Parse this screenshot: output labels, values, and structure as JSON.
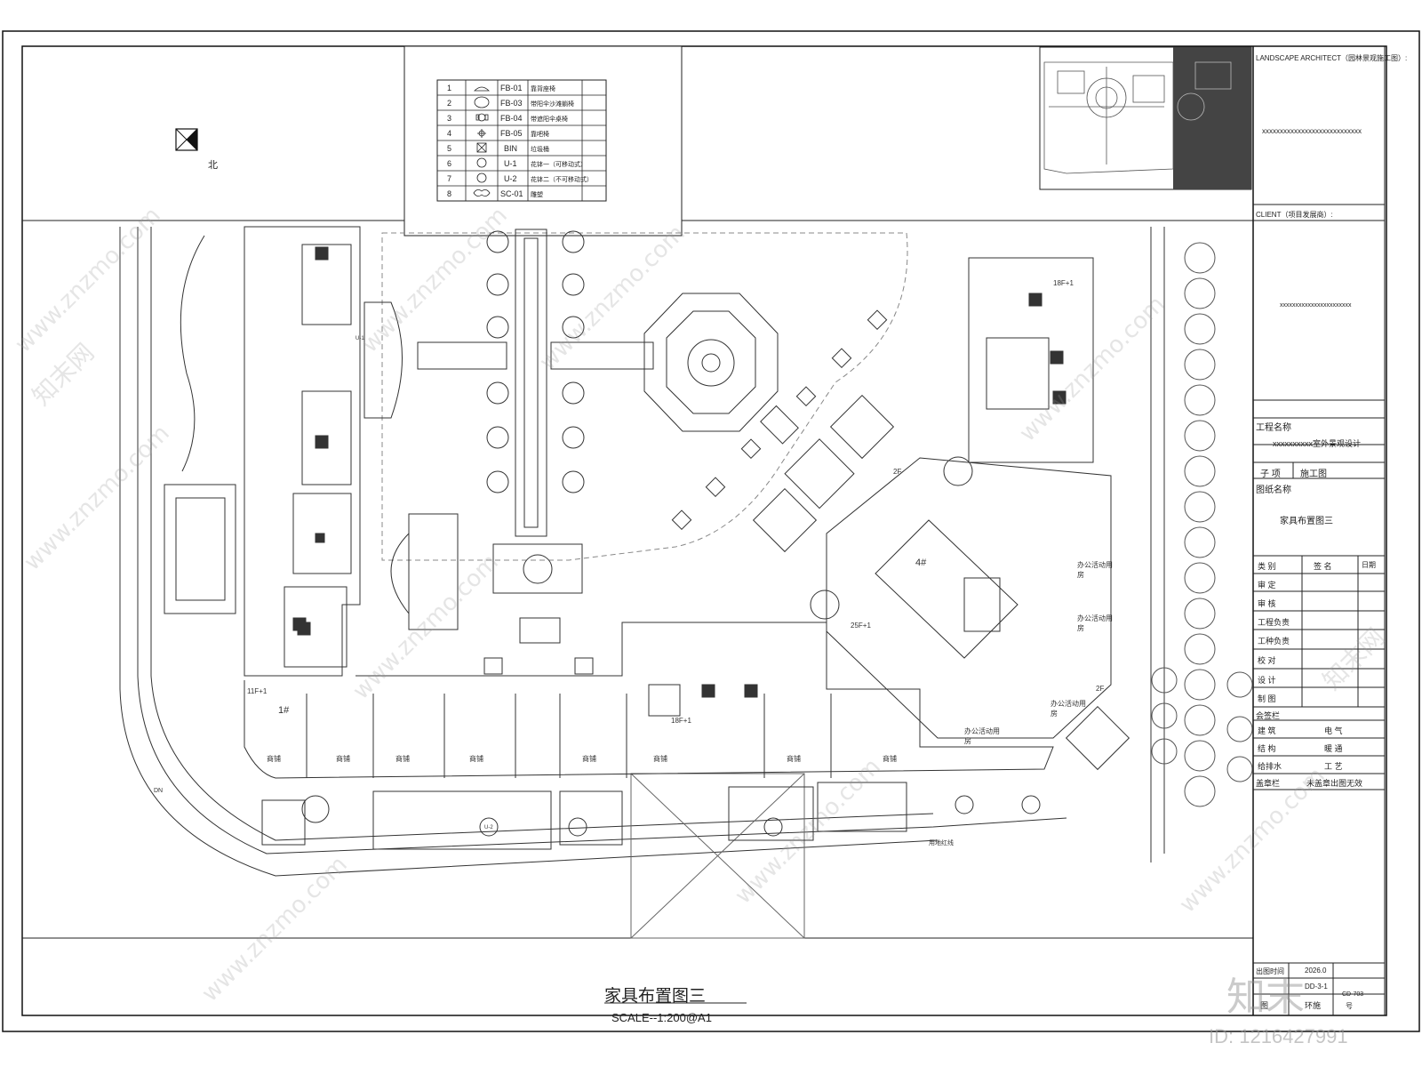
{
  "legend": {
    "rows": [
      {
        "no": "1",
        "code": "FB-01",
        "name": "靠背座椅"
      },
      {
        "no": "2",
        "code": "FB-03",
        "name": "带阳伞沙滩躺椅"
      },
      {
        "no": "3",
        "code": "FB-04",
        "name": "带遮阳伞桌椅"
      },
      {
        "no": "4",
        "code": "FB-05",
        "name": "靠吧椅"
      },
      {
        "no": "5",
        "code": "BIN",
        "name": "垃圾桶"
      },
      {
        "no": "6",
        "code": "U-1",
        "name": "花钵一（可移动式）"
      },
      {
        "no": "7",
        "code": "U-2",
        "name": "花钵二（不可移动式）"
      },
      {
        "no": "8",
        "code": "SC-01",
        "name": "雕塑"
      }
    ]
  },
  "north_label": "北",
  "drawing": {
    "title": "家具布置图三",
    "scale": "SCALE--1:200@A1",
    "building_labels": [
      "1#",
      "4#",
      "11F+1",
      "18F+1",
      "18F+1",
      "25F+1",
      "2F",
      "2F"
    ],
    "shop_label": "商铺",
    "office_label": "办公活动用房",
    "redline_label": "用地红线",
    "u_labels": [
      "U-1",
      "U-2",
      "DN"
    ]
  },
  "titleblock": {
    "architect_label": "LANDSCAPE ARCHITECT（园林景观施工图）:",
    "architect_value": "xxxxxxxxxxxxxxxxxxxxxxxxxxxx",
    "client_label": "CLIENT（项目发展商）:",
    "client_value": "xxxxxxxxxxxxxxxxxxxxxxx",
    "project_label": "工程名称",
    "project_value": "xxxxxxxxxx室外景观设计",
    "subitem_label": "子 项",
    "subitem_value": "施工图",
    "drawing_name_label": "图纸名称",
    "drawing_name_value": "家具布置图三",
    "sign_header": [
      "类 别",
      "签 名",
      "日期"
    ],
    "sign_rows": [
      "审 定",
      "审 核",
      "工程负责",
      "工种负责",
      "校 对",
      "设 计",
      "制 图"
    ],
    "countersign_label": "会签栏",
    "countersign_rows": [
      [
        "建 筑",
        "电 气"
      ],
      [
        "结 构",
        "暖 通"
      ],
      [
        "给排水",
        "工 艺"
      ]
    ],
    "stamp_label": "盖章栏",
    "stamp_value": "未盖章出图无效",
    "date_label": "出图时间",
    "date_value": "2026.0",
    "drawing_no_label": "图",
    "drawing_no_value": "DD-3-1",
    "discipline_value": "环施",
    "number_label": "号",
    "code_value": "CD-703"
  },
  "watermark": {
    "site": "www.znzmo.com",
    "brand": "知末网",
    "logo": "知末",
    "id_text": "ID: 1216427991"
  }
}
